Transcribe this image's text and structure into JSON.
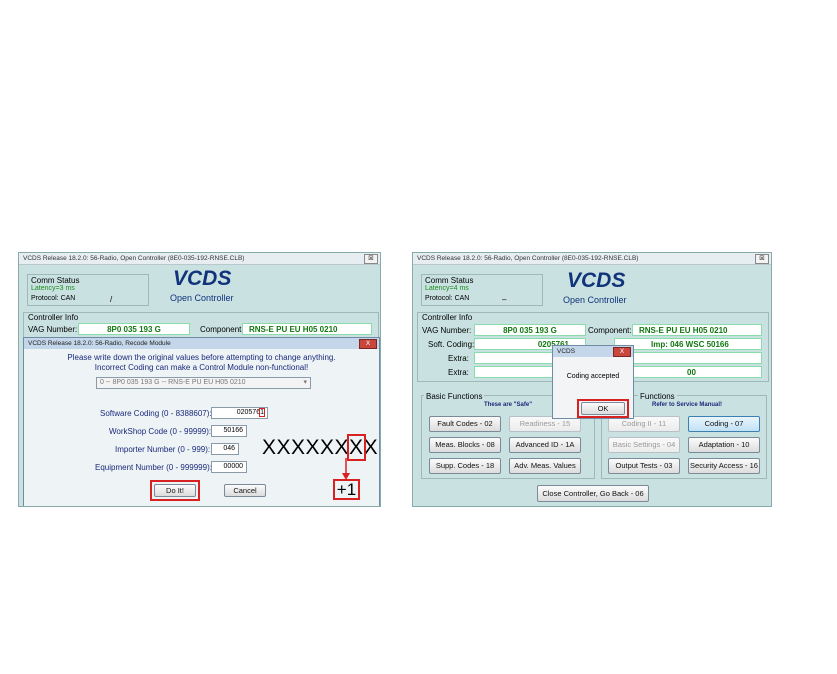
{
  "left": {
    "window_title": "VCDS Release 18.2.0: 56-Radio,  Open Controller (8E0-035-192-RNSE.CLB)",
    "close": "☒",
    "comm_status": {
      "label": "Comm Status",
      "latency": "Latency=3 ms",
      "protocol": "Protocol: CAN",
      "slash": "/"
    },
    "brand": "VCDS",
    "subtitle": "Open Controller",
    "controller_info_label": "Controller Info",
    "vag_number_label": "VAG Number:",
    "vag_number_value": "8P0 035 193 G",
    "component_label": "Component:",
    "component_value": "RNS-E PU EU      H05 0210",
    "dialog": {
      "title": "VCDS Release 18.2.0: 56-Radio,  Recode Module",
      "close": "X",
      "line1": "Please write down the original values before attempting to change anything.",
      "line2": "Incorrect Coding can make a Control Module non-functional!",
      "select_value": "0 -- 8P0 035 193 G -- RNS-E PU EU     H05 0210",
      "sw_coding_label": "Software Coding (0 - 8388607):",
      "sw_coding_value_prefix": "020576",
      "sw_coding_value_highlight": "1",
      "workshop_label": "WorkShop Code (0 - 99999):",
      "workshop_value": "50166",
      "importer_label": "Importer Number (0 - 999):",
      "importer_value": "046",
      "equipment_label": "Equipment Number (0 - 999999):",
      "equipment_value": "00000",
      "do_it": "Do It!",
      "cancel": "Cancel"
    },
    "annotation": {
      "prefix": "XXXXXX",
      "boxed": "X",
      "suffix": "X",
      "plus": "+1"
    }
  },
  "right": {
    "window_title": "VCDS Release 18.2.0: 56-Radio,  Open Controller (8E0-035-192-RNSE.CLB)",
    "close": "☒",
    "comm_status": {
      "label": "Comm Status",
      "latency": "Latency=4 ms",
      "protocol": "Protocol: CAN",
      "dash": "–"
    },
    "brand": "VCDS",
    "subtitle": "Open Controller",
    "controller_info_label": "Controller Info",
    "vag_number_label": "VAG Number:",
    "vag_number_value": "8P0 035 193 G",
    "component_label": "Component:",
    "component_value": "RNS-E PU EU      H05 0210",
    "soft_coding_label": "Soft. Coding:",
    "soft_coding_value": "0205761",
    "imp_value": "Imp: 046     WSC 50166",
    "extra_label_1": "Extra:",
    "extra_label_2": "Extra:",
    "extra_partial": "00",
    "basic_functions_label": "Basic Functions",
    "basic_note": "These are \"Safe\"",
    "adv_functions_label": "Functions",
    "adv_note": "Refer to Service Manual!",
    "buttons": {
      "fault_codes": "Fault Codes - 02",
      "readiness": "Readiness - 15",
      "meas_blocks": "Meas. Blocks - 08",
      "advanced_id": "Advanced ID - 1A",
      "supp_codes": "Supp. Codes - 18",
      "adv_meas": "Adv. Meas. Values",
      "coding_ii": "Coding II - 11",
      "coding": "Coding - 07",
      "basic_settings": "Basic Settings - 04",
      "adaptation": "Adaptation - 10",
      "output_tests": "Output Tests - 03",
      "security_access": "Security Access - 16",
      "close_controller": "Close Controller, Go Back - 06"
    },
    "popup": {
      "title": "VCDS",
      "close": "X",
      "message": "Coding accepted",
      "ok": "OK"
    }
  }
}
